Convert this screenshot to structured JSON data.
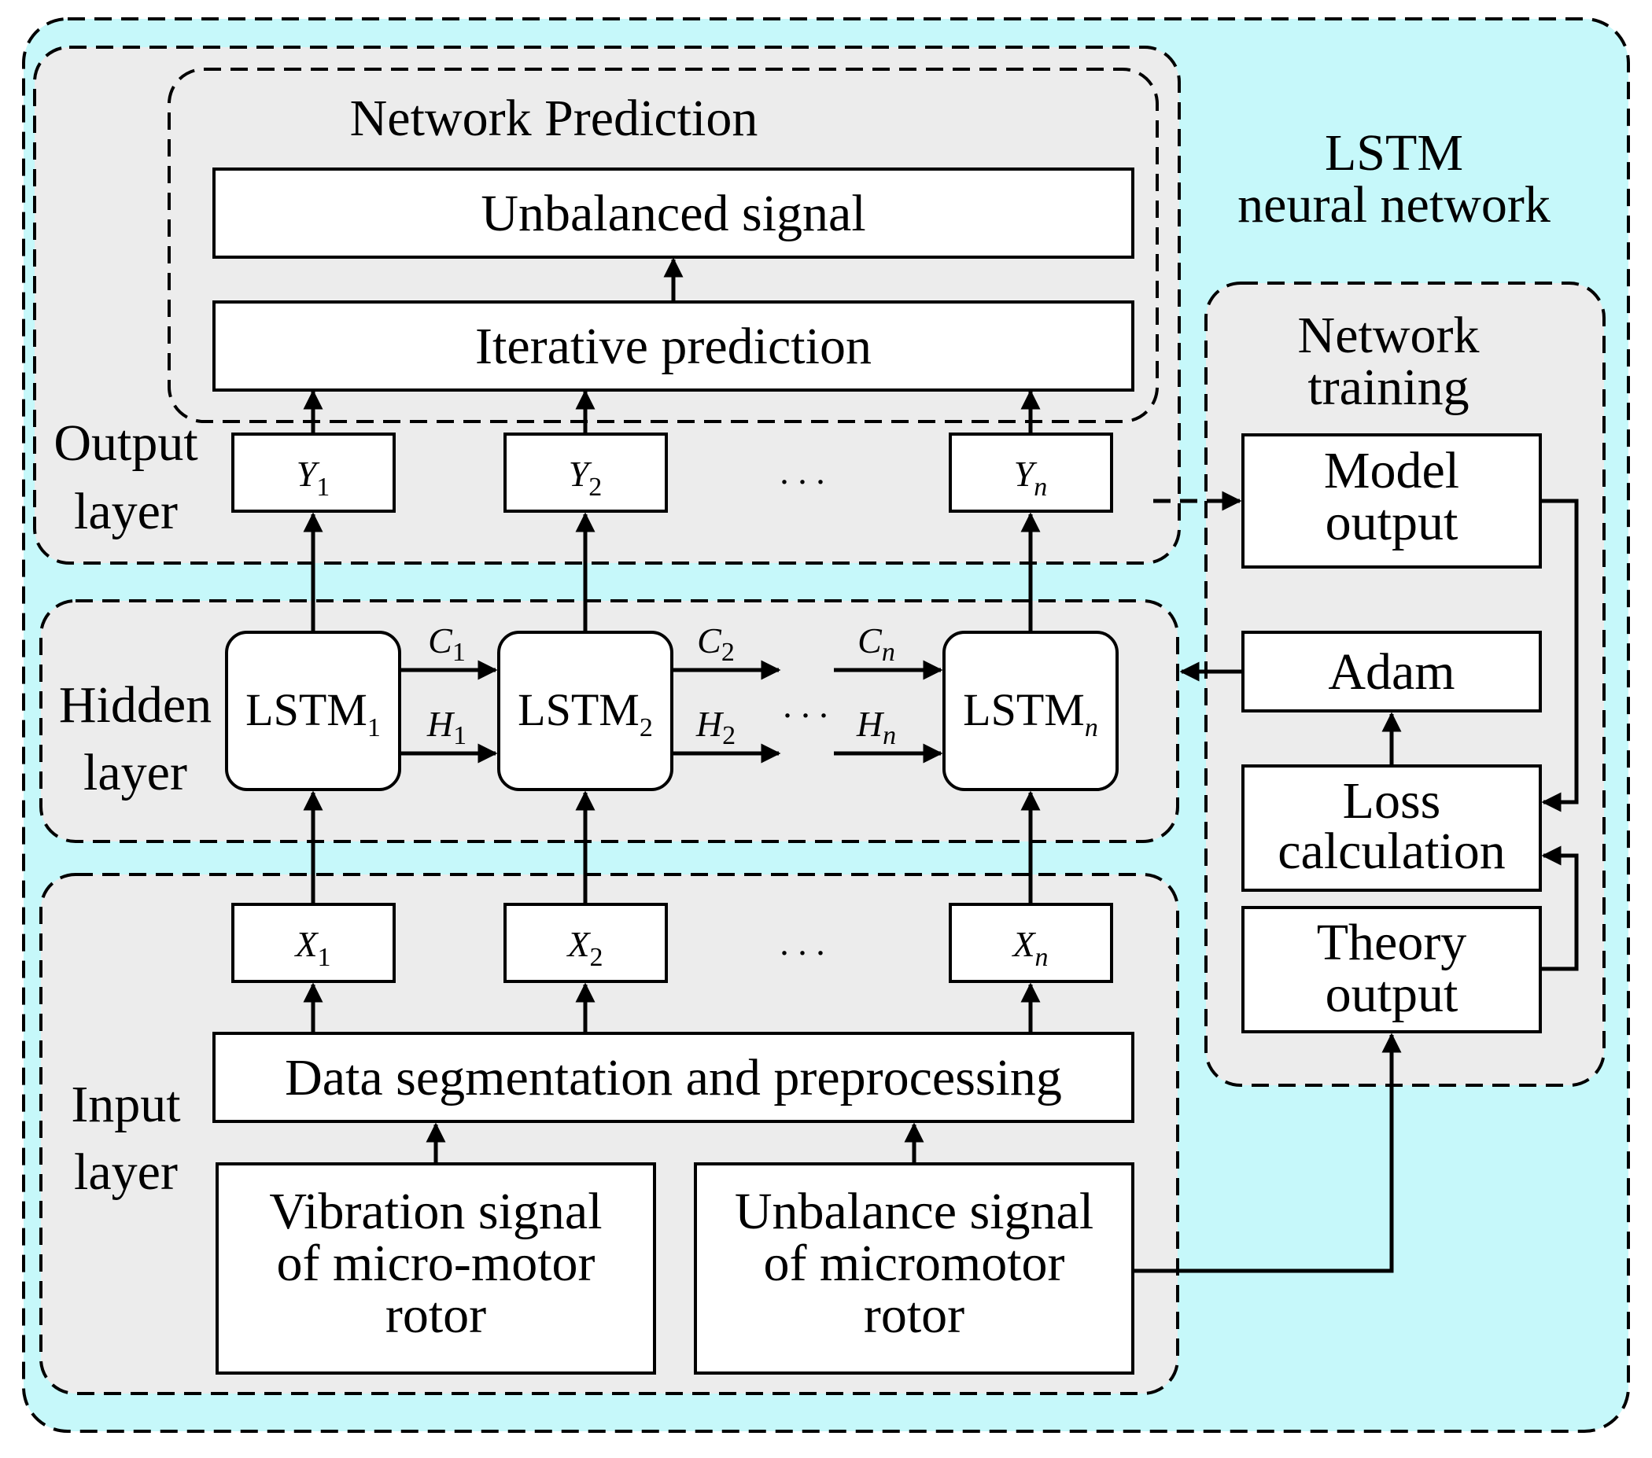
{
  "outer": {
    "title_line1": "LSTM",
    "title_line2": "neural network"
  },
  "prediction": {
    "title": "Network Prediction",
    "unbalanced_signal": "Unbalanced signal",
    "iterative_prediction": "Iterative prediction"
  },
  "output_layer": {
    "label_line1": "Output",
    "label_line2": "layer",
    "outputs": [
      {
        "var": "Y",
        "sub": "1"
      },
      {
        "var": "Y",
        "sub": "2"
      },
      {
        "var": "Y",
        "sub": "n"
      }
    ],
    "ellipsis": ". . ."
  },
  "hidden_layer": {
    "label_line1": "Hidden",
    "label_line2": "layer",
    "cells": [
      {
        "name": "LSTM",
        "sub": "1"
      },
      {
        "name": "LSTM",
        "sub": "2"
      },
      {
        "name": "LSTM",
        "sub": "n"
      }
    ],
    "states": [
      {
        "var": "C",
        "sub": "1"
      },
      {
        "var": "H",
        "sub": "1"
      },
      {
        "var": "C",
        "sub": "2"
      },
      {
        "var": "H",
        "sub": "2"
      },
      {
        "var": "C",
        "sub": "n"
      },
      {
        "var": "H",
        "sub": "n"
      }
    ],
    "ellipsis": ". . ."
  },
  "input_layer": {
    "label_line1": "Input",
    "label_line2": "layer",
    "inputs": [
      {
        "var": "X",
        "sub": "1"
      },
      {
        "var": "X",
        "sub": "2"
      },
      {
        "var": "X",
        "sub": "n"
      }
    ],
    "ellipsis": ". . .",
    "preprocessing": "Data segmentation and preprocessing",
    "vibration": [
      "Vibration signal",
      "of micro-motor",
      "rotor"
    ],
    "unbalance": [
      "Unbalance signal",
      "of micromotor",
      "rotor"
    ]
  },
  "training": {
    "title_line1": "Network",
    "title_line2": "training",
    "model_output": [
      "Model",
      "output"
    ],
    "adam": "Adam",
    "loss": [
      "Loss",
      "calculation"
    ],
    "theory_output": [
      "Theory",
      "output"
    ]
  },
  "colors": {
    "background_panel": "#c6f8fa",
    "group_fill": "#ececec"
  }
}
